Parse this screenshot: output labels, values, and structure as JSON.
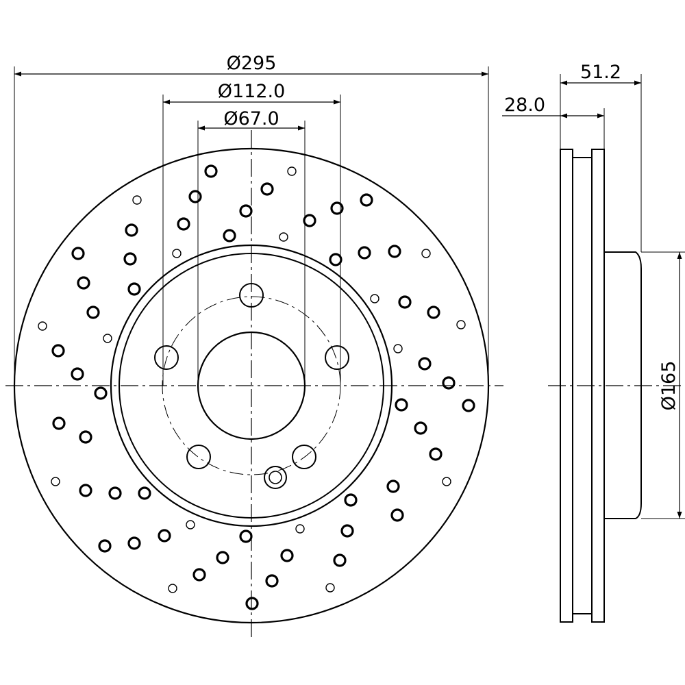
{
  "dimensions": {
    "outer_diameter": "Ø295",
    "hub_diameter": "Ø112.0",
    "center_bore": "Ø67.0",
    "overall_thickness": "51.2",
    "disc_thickness": "28.0",
    "hat_diameter": "Ø165"
  },
  "colors": {
    "stroke": "#000000",
    "background": "#ffffff"
  }
}
